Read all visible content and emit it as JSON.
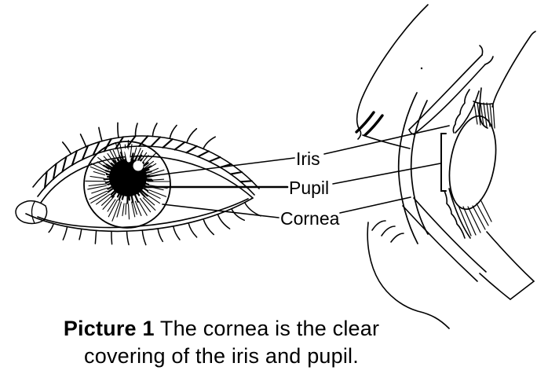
{
  "figure": {
    "labels": {
      "iris": "Iris",
      "pupil": "Pupil",
      "cornea": "Cornea"
    },
    "caption": {
      "bold": "Picture 1",
      "line1_rest": " The cornea is the clear",
      "line2": "covering of the iris and pupil."
    },
    "colors": {
      "ink": "#000000",
      "background": "#ffffff"
    }
  }
}
